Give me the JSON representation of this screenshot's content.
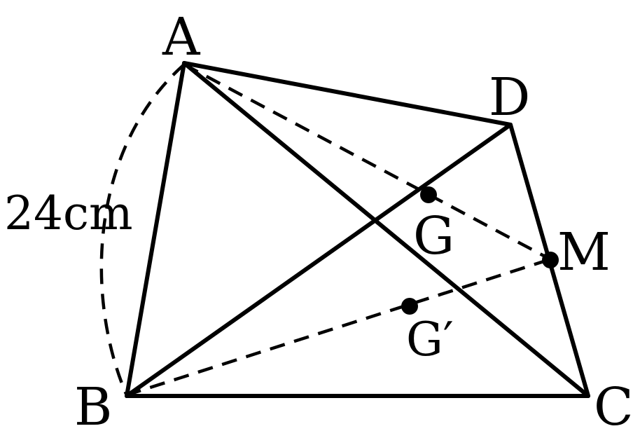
{
  "diagram": {
    "labels": {
      "A": "A",
      "B": "B",
      "C": "C",
      "D": "D",
      "M": "M",
      "G": "G",
      "G_prime": "G′",
      "length": "24cm"
    }
  }
}
